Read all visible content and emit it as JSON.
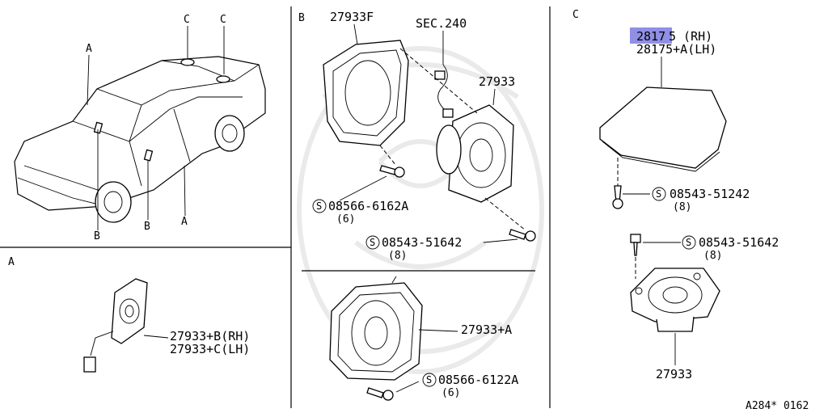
{
  "sections": {
    "overview": {
      "callouts": {
        "a": "A",
        "b1": "B",
        "b2": "B",
        "a2": "A",
        "c1": "C",
        "c2": "C"
      }
    },
    "a": {
      "title": "A",
      "parts": {
        "speaker_rh": "27933+B(RH)",
        "speaker_lh": "27933+C(LH)"
      }
    },
    "b": {
      "title": "B",
      "parts": {
        "bracket": "27933F",
        "sec": "SEC.240",
        "speaker": "27933",
        "screw1_num": "08566-6162A",
        "screw1_qty": "(6)",
        "screw2_num": "08543-51642",
        "screw2_qty": "(8)",
        "speaker_alt": "27933+A",
        "screw3_num": "08566-6122A",
        "screw3_qty": "(6)"
      },
      "s_symbol": "S"
    },
    "c": {
      "title": "C",
      "parts": {
        "cover_rh_highlight": "2817",
        "cover_rh_tail": "5  (RH)",
        "cover_lh": "28175+A(LH)",
        "screw1_num": "08543-51242",
        "screw1_qty": "(8)",
        "screw2_num": "08543-51642",
        "screw2_qty": "(8)",
        "speaker": "27933"
      },
      "s_symbol": "S"
    }
  },
  "footer_code": "A284* 0162",
  "colors": {
    "highlight": "#8f8fe6",
    "watermark": "#d9d9d9"
  }
}
